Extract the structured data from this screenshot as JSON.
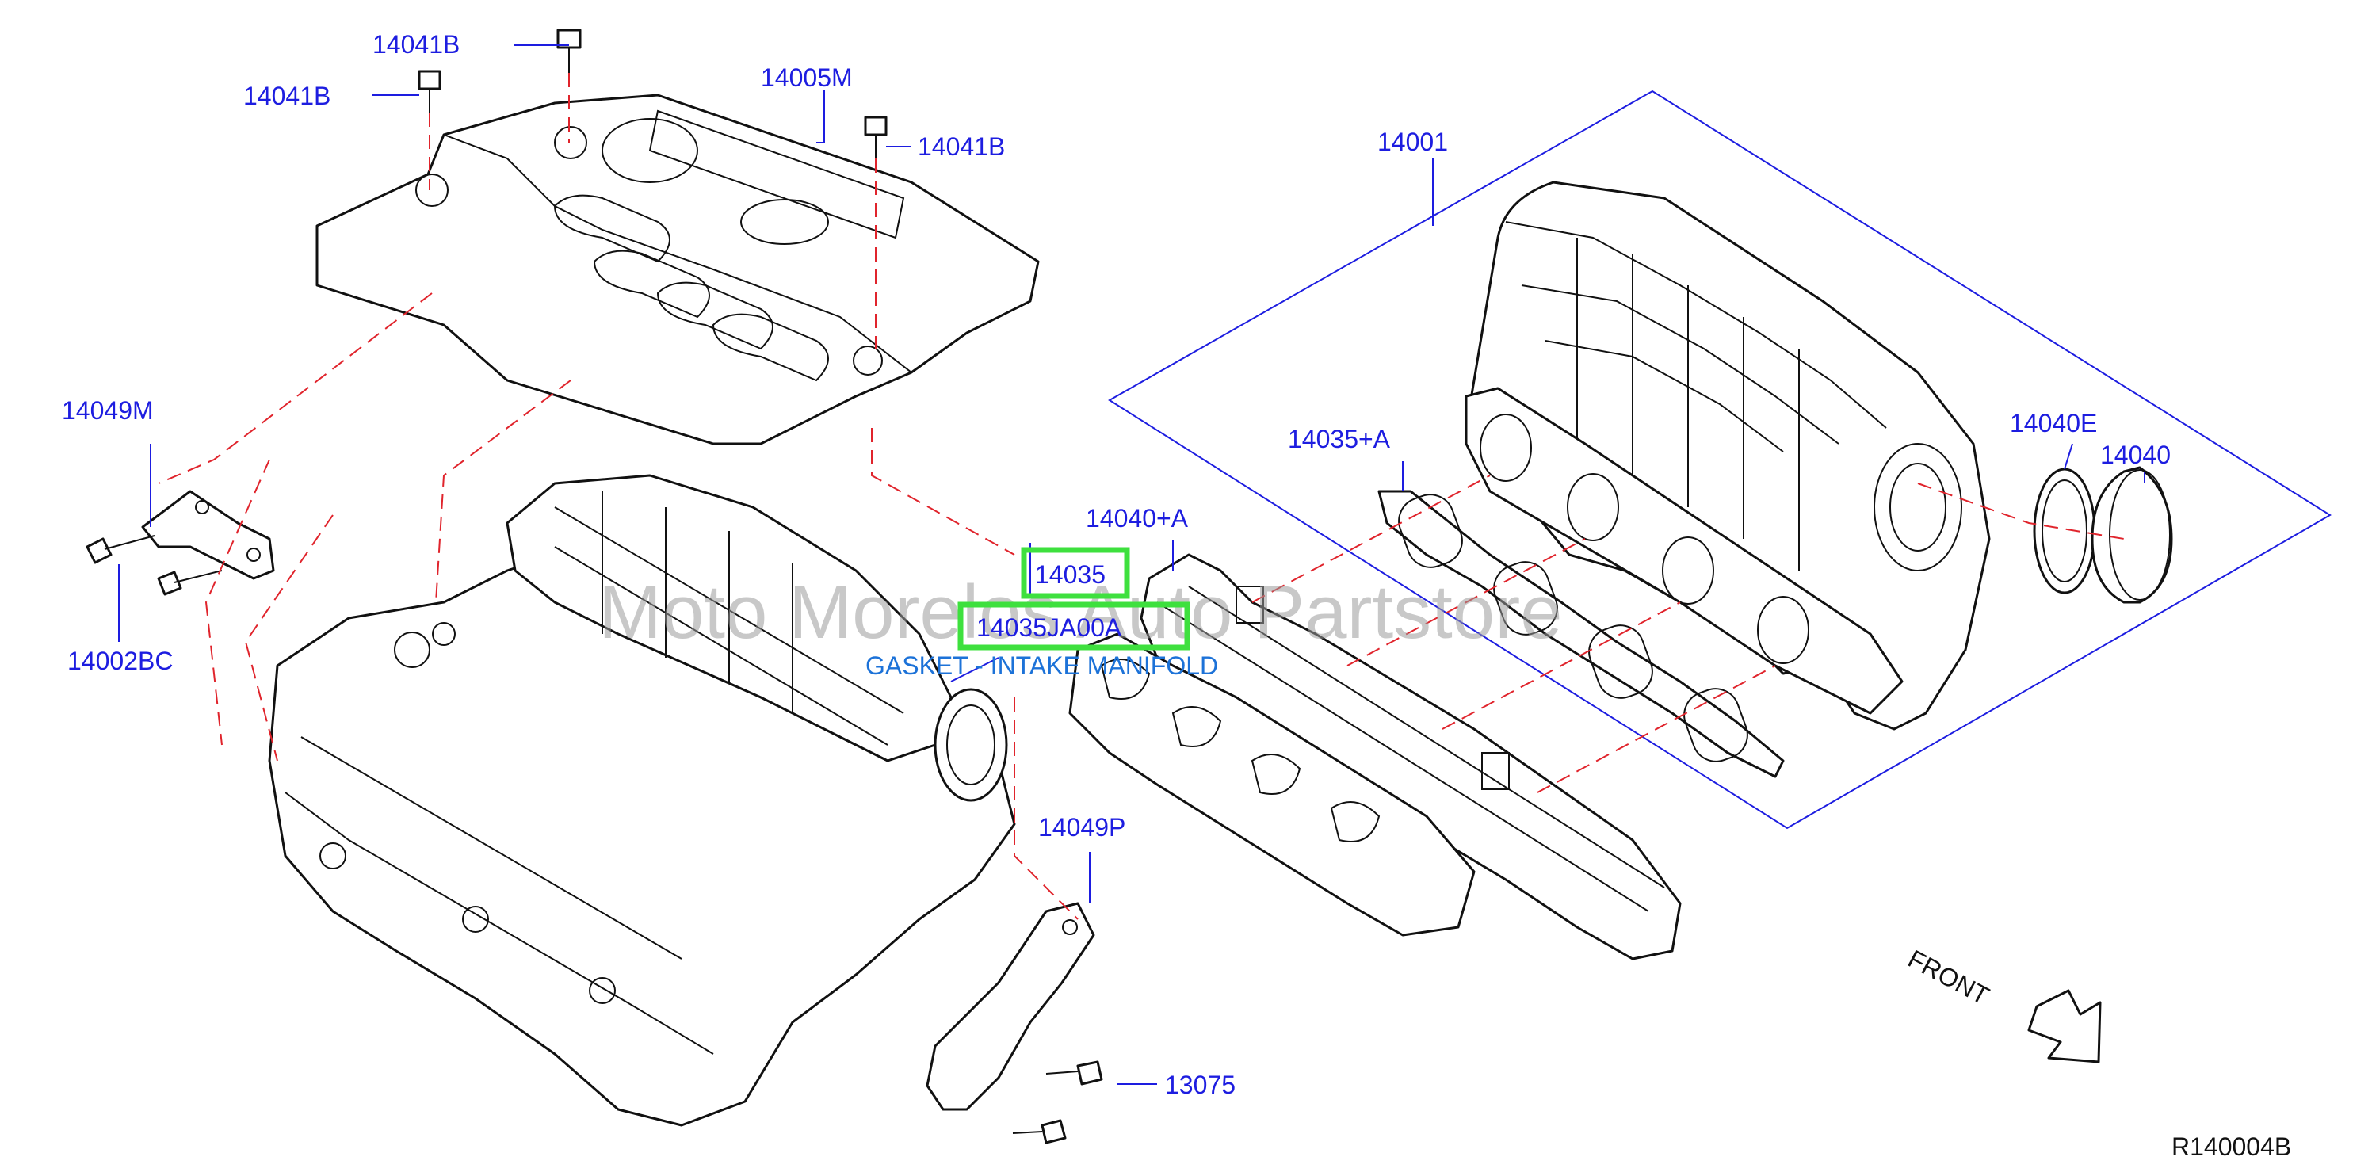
{
  "watermark": "Moto Morelos Auto Partstore",
  "diagram_code": "R140004B",
  "front_label": "FRONT",
  "parts": {
    "p14041b_top": "14041B",
    "p14041b_left": "14041B",
    "p14041b_right": "14041B",
    "p14005m": "14005M",
    "p14001": "14001",
    "p14049m": "14049M",
    "p14002bc": "14002BC",
    "p14035a": "14035+A",
    "p14040a": "14040+A",
    "p14040e": "14040E",
    "p14040": "14040",
    "p14035": "14035",
    "p14035ja00a": "14035JA00A",
    "p14049p": "14049P",
    "p13075": "13075"
  },
  "selected_part": {
    "number": "14035",
    "full_number": "14035JA00A",
    "description": "GASKET - INTAKE MANIFOLD"
  },
  "colors": {
    "label_blue": "#1d1de0",
    "description_blue": "#1c72d8",
    "highlight_green": "#3ee03e",
    "guide_red": "#e0242c",
    "line_art": "#111111"
  }
}
